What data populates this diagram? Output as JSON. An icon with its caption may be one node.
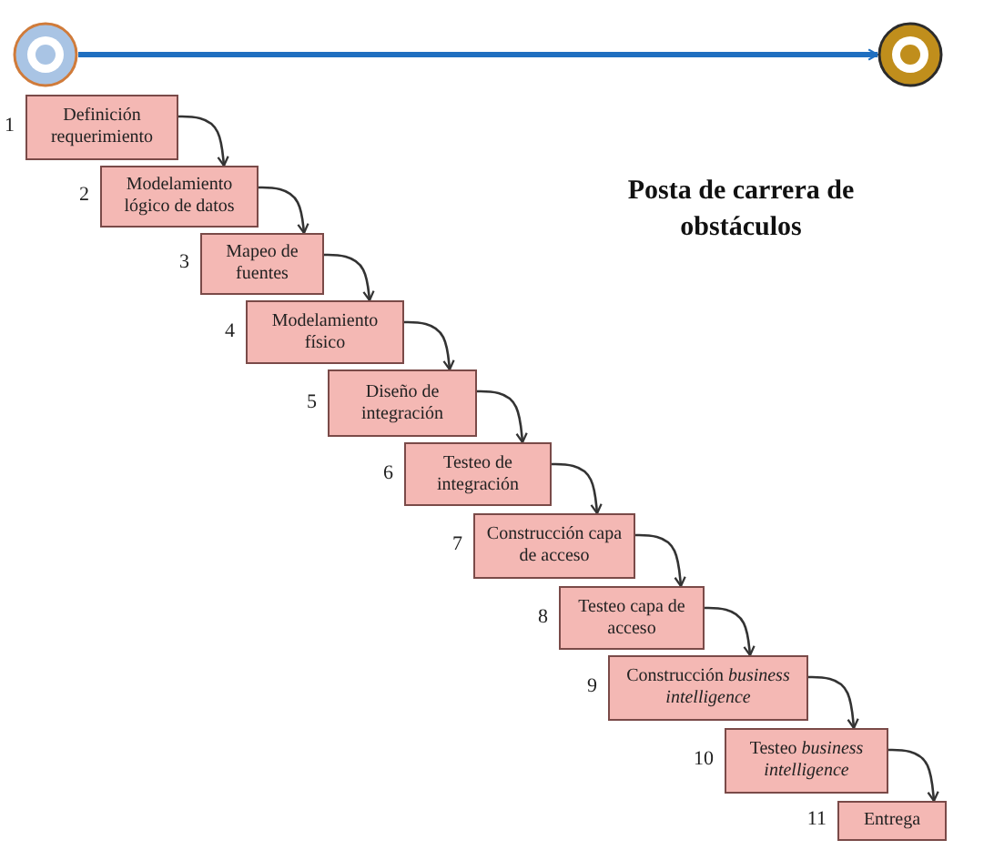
{
  "diagram": {
    "title": "Posta de carrera de obstáculos",
    "nodes": [
      {
        "text": [],
        "shape": "circle"
      },
      {
        "text": [],
        "shape": "circle"
      },
      {
        "text": [
          "Definición requerimiento"
        ],
        "beside": [
          "1"
        ]
      },
      {
        "text": [
          "Modelamiento lógico de datos"
        ],
        "beside": [
          "2"
        ]
      },
      {
        "text": [
          "Mapeo de fuentes"
        ],
        "beside": [
          "3"
        ]
      },
      {
        "text": [
          "Modelamiento físico"
        ],
        "beside": [
          "4"
        ]
      },
      {
        "text": [
          "Diseño de integración"
        ],
        "beside": [
          "5"
        ]
      },
      {
        "text": [
          "Testeo de integración"
        ],
        "beside": [
          "6"
        ]
      },
      {
        "text": [
          "Construcción capa de acceso"
        ],
        "beside": [
          "7"
        ]
      },
      {
        "text": [
          "Testeo capa de acceso"
        ],
        "beside": [
          "8"
        ]
      },
      {
        "text": [
          "Construcción *business intelligence*"
        ],
        "beside": [
          "9"
        ]
      },
      {
        "text": [
          "Testeo *business intelligence*"
        ],
        "beside": [
          "10"
        ]
      },
      {
        "text": [
          "Entrega"
        ],
        "beside": [
          "11"
        ]
      }
    ],
    "edges": [
      {
        "from": 0,
        "to": 1,
        "arrow": "to",
        "style": "thick",
        "color": "#1f6fc0"
      },
      {
        "from": 2,
        "to": 3,
        "arrow": "to"
      },
      {
        "from": 3,
        "to": 4,
        "arrow": "to"
      },
      {
        "from": 4,
        "to": 5,
        "arrow": "to"
      },
      {
        "from": 5,
        "to": 6,
        "arrow": "to"
      },
      {
        "from": 6,
        "to": 7,
        "arrow": "to"
      },
      {
        "from": 7,
        "to": 8,
        "arrow": "to"
      },
      {
        "from": 8,
        "to": 9,
        "arrow": "to"
      },
      {
        "from": 9,
        "to": 10,
        "arrow": "to"
      },
      {
        "from": 10,
        "to": 11,
        "arrow": "to"
      },
      {
        "from": 11,
        "to": 12,
        "arrow": "to"
      }
    ]
  }
}
